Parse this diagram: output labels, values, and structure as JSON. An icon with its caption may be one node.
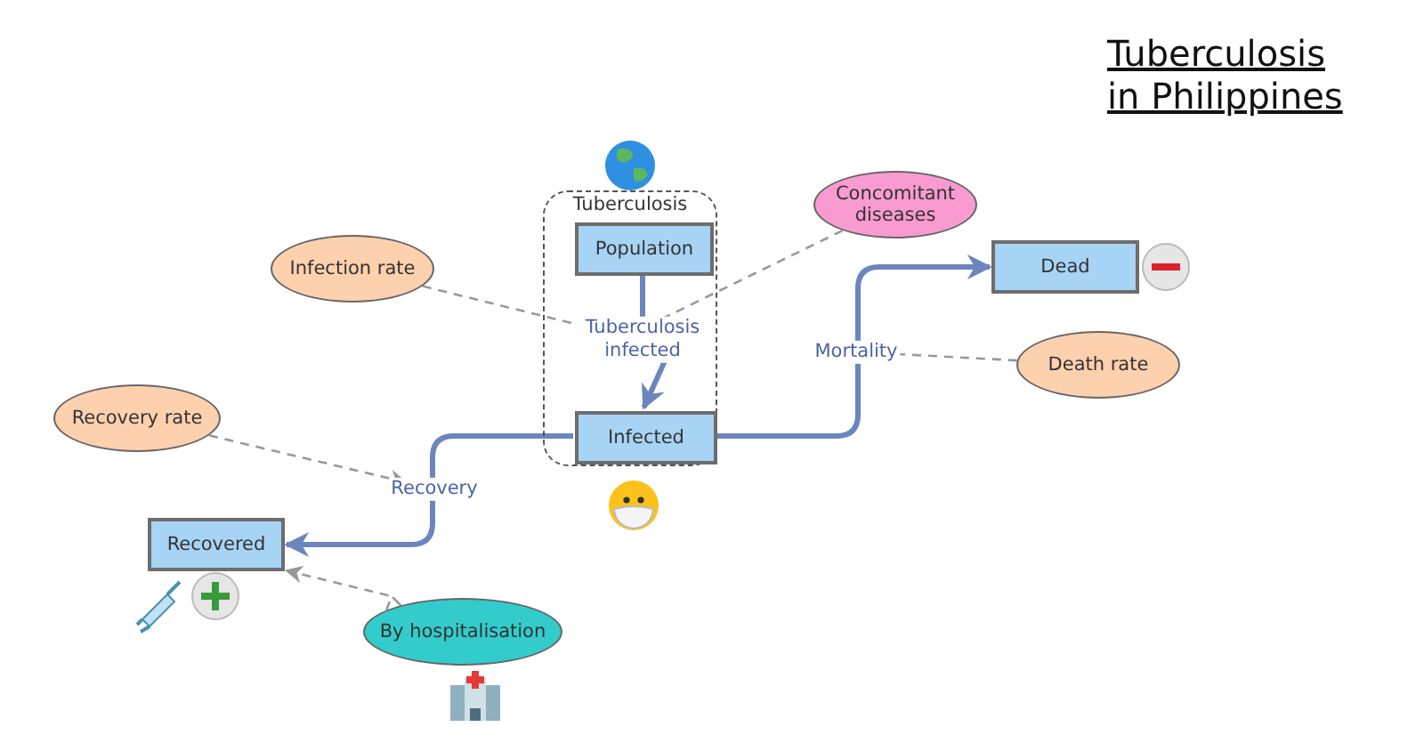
{
  "diagram": {
    "title": "Tuberculosis in Philippines",
    "nodes": [
      {
        "text": [
          "Tuberculosis"
        ]
      },
      {
        "text": [
          "Population"
        ],
        "in": 0
      },
      {
        "text": [
          "Infected"
        ],
        "in": 0
      },
      {
        "text": [
          "Dead"
        ]
      },
      {
        "text": [
          "Recovered"
        ]
      },
      {
        "text": [
          "Infection rate"
        ]
      },
      {
        "text": [
          "Concomitant diseases"
        ]
      },
      {
        "text": [
          "Death rate"
        ]
      },
      {
        "text": [
          "Recovery rate"
        ]
      },
      {
        "text": [
          "By hospitalisation"
        ]
      }
    ],
    "edges": [
      {
        "from": 1,
        "to": 2,
        "arrow": "to",
        "label": "Tuberculosis infected",
        "style": "thick",
        "color": "#6c85bd"
      },
      {
        "from": 2,
        "to": 3,
        "arrow": "to",
        "label": "Mortality",
        "style": "thick",
        "color": "#6c85bd"
      },
      {
        "from": 2,
        "to": 4,
        "arrow": "to",
        "label": "Recovery",
        "style": "thick",
        "color": "#6c85bd"
      },
      {
        "from": 5,
        "to": null,
        "arrow": "to",
        "style": "dashed",
        "color": "#999999"
      },
      {
        "from": 6,
        "to": null,
        "arrow": "to",
        "style": "dashed",
        "color": "#999999"
      },
      {
        "from": 7,
        "to": null,
        "arrow": "none",
        "style": "dashed",
        "color": "#999999"
      },
      {
        "from": 8,
        "to": null,
        "arrow": "to",
        "style": "dashed",
        "color": "#999999"
      },
      {
        "from": 9,
        "to": 4,
        "arrow": "to",
        "style": "dashed",
        "color": "#999999"
      }
    ]
  }
}
